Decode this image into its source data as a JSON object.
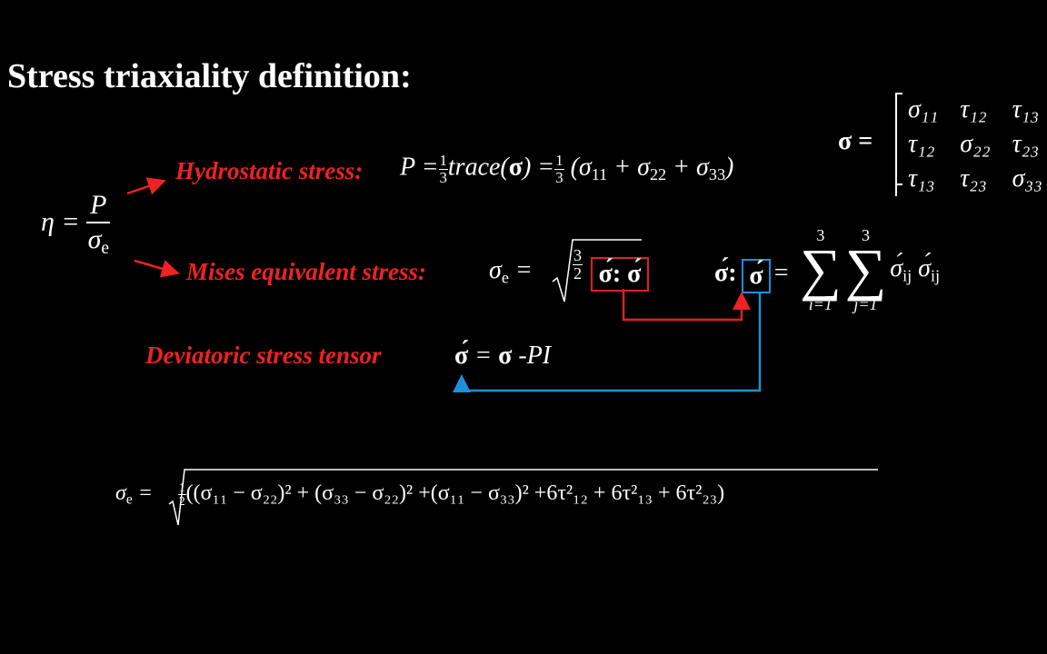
{
  "title": "Stress triaxiality definition:",
  "eta": {
    "lhs": "η =",
    "num": "P",
    "den": "σ",
    "den_sub": "e"
  },
  "hydrostatic": {
    "label": "Hydrostatic stress:",
    "p": "P =",
    "one": "1",
    "three": "3",
    "trace": "trace(",
    "sigma": "σ",
    "close": ") =",
    "sum_open": "(σ",
    "s11": "11",
    "plus1": " + σ",
    "s22": "22",
    "plus2": " + σ",
    "s33": "33",
    "sum_close": ")"
  },
  "matrix": {
    "lhs": "σ =",
    "rows": [
      [
        "σ₁₁",
        "τ₁₂",
        "τ₁₃"
      ],
      [
        "τ₁₂",
        "σ₂₂",
        "τ₂₃"
      ],
      [
        "τ₁₃",
        "τ₂₃",
        "σ₃₃"
      ]
    ]
  },
  "mises": {
    "label": "Mises equivalent stress:",
    "lhs": "σ",
    "lhs_sub": "e",
    "eq": " =",
    "three": "3",
    "two": "2",
    "boxed": "σ́: σ́"
  },
  "double_contraction": {
    "left": "σ́:",
    "boxed": "σ́",
    "eq": "=",
    "upper": "3",
    "lower_i": "i=1",
    "lower_j": "j=1",
    "sigma_sym": "∑",
    "term": "σ́",
    "ij": "ij"
  },
  "deviatoric": {
    "label": "Deviatoric stress tensor",
    "lhs": "σ́",
    "eq": " = ",
    "sigma": "σ",
    "rest": " -PI"
  },
  "full_mises": {
    "lhs": "σ",
    "lhs_sub": "e",
    "eq": " = ",
    "one": "1",
    "two": "2",
    "body": "((σ₁₁ − σ₂₂)² + (σ₃₃ − σ₂₂)² +(σ₁₁ − σ₃₃)² +6τ²₁₂ + 6τ²₁₃ + 6τ²₂₃)"
  },
  "colors": {
    "background": "#000000",
    "text": "#ffffff",
    "label_red": "#ee2222",
    "box_red": "#dd2222",
    "box_blue": "#1e90d8"
  }
}
